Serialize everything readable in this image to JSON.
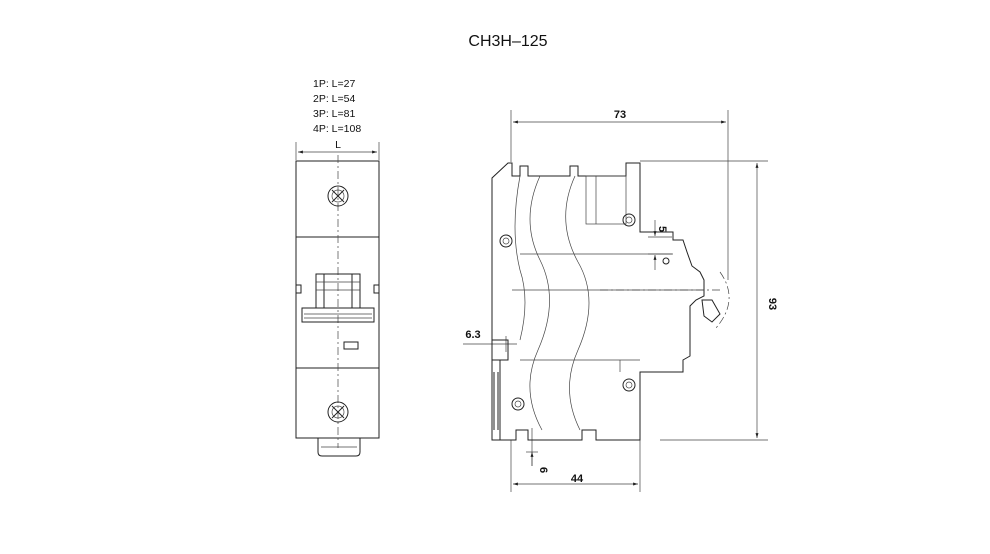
{
  "title": "CH3H–125",
  "front_view": {
    "pole_lengths": [
      "1P: L=27",
      "2P: L=54",
      "3P: L=81",
      "4P: L=108"
    ],
    "width_label": "L"
  },
  "side_view": {
    "dim_width": "73",
    "dim_height": "93",
    "dim_top_offset": "5",
    "dim_rail_offset": "6.3",
    "dim_bottom_offset": "6",
    "dim_base_width": "44"
  },
  "icons": [
    "terminal-screw-icon"
  ]
}
